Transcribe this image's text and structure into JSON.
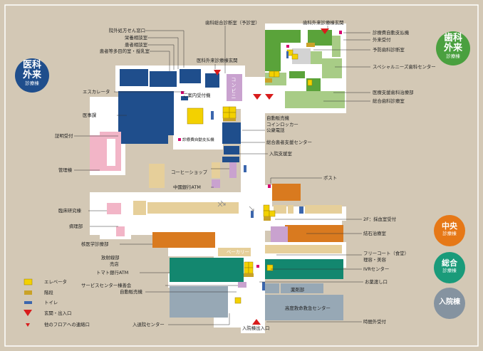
{
  "badges": {
    "medical_outpatient": {
      "line1": "医科",
      "line2": "外来",
      "sub": "診療棟",
      "color": "#1f4e8c"
    },
    "dental_outpatient": {
      "line1": "歯科",
      "line2": "外来",
      "sub": "診療棟",
      "color": "#4aa03f"
    },
    "central": {
      "line1": "中央",
      "sub": "診療棟",
      "color": "#e67817"
    },
    "general": {
      "line1": "総合",
      "sub": "診療棟",
      "color": "#1a9b7a"
    },
    "inpatient": {
      "line1": "入院棟",
      "color": "#8593a0"
    }
  },
  "labels": {
    "prescription_window": "院外処方せん窓口",
    "nutrition_consult": "栄養相談室",
    "patient_consult": "患者相談室",
    "multipurpose_room": "患者等多目的室・授乳室",
    "medical_entrance": "医科外来診療棟玄関",
    "escalator": "エスカレータ",
    "info_desk": "ご案内受付機",
    "medical_affairs": "医事課",
    "certificate_window": "証明受付",
    "auto_payment_medical": "診療費自動支払機",
    "admin_building": "管理棟",
    "convenience_store": "コンビニ",
    "coffee_shop": "コーヒーショップ",
    "atm_china_bank": "中國銀行ATM",
    "vending": "自動販売機",
    "coin_locker": "コインロッカー",
    "public_phone": "公衆電話",
    "patient_support": "総合患者支援センター",
    "admission_support": "入院支援室",
    "mailbox": "ポスト",
    "dental_consult": "歯科総合診断室（予診室）",
    "dental_entrance": "歯科外来診療棟玄関",
    "auto_payment_dental": "診療費自動支払機",
    "outpatient_reception": "外来受付",
    "preventive_dental": "予防歯科診断室",
    "special_needs_dental": "スペシャルニーズ歯科センター",
    "medical_support_dental": "医療支援歯科治療部",
    "general_dental": "総合歯科診療室",
    "clinical_research": "臨床研究棟",
    "pathology": "病理部",
    "nuclear_medicine": "核医学診療部",
    "radiology_store": "放射線部",
    "shop": "売店",
    "tomato_atm": "トマト銀行ATM",
    "bakery": "ベーカリー",
    "blood_collection": "2F：採血室受付",
    "lithotripsy": "結石治療室",
    "free_court": "フリーコート（食堂）",
    "barber": "理容・美容",
    "ivr_center": "IVRセンター",
    "pharmacy_window": "お薬渡し口",
    "pharmacy": "薬剤部",
    "emergency_center": "高度救命救急センター",
    "service_center": "サービスセンター棟善会",
    "vending2": "自動販売機",
    "inpatient_center": "入退院センター",
    "inpatient_entrance": "入院棟出入口",
    "after_hours": "時間外受付"
  },
  "legend": [
    {
      "icon": "elevator-icon",
      "label": "エレベータ"
    },
    {
      "icon": "stairs-icon",
      "label": "階段"
    },
    {
      "icon": "toilet-icon",
      "label": "トイレ"
    },
    {
      "icon": "main-entrance-icon",
      "label": "玄関・出入口"
    },
    {
      "icon": "floor-link-icon",
      "label": "他のフロアへの連絡口"
    }
  ],
  "colors": {
    "background": "#d3c8b5",
    "corridor": "#ffffff",
    "medical_navy": "#1f4e8c",
    "dental_green": "#5aa33a",
    "dental_light_green": "#a8cc86",
    "central_orange": "#d97a1f",
    "sand": "#e6cf9a",
    "general_teal": "#13876f",
    "inpatient_gray": "#97a8b5",
    "pink": "#f2b5c7",
    "purple": "#c9a2cf",
    "entrance_red": "#d81c1c",
    "elevator_yellow": "#f3d100",
    "toilet_blue": "#3b66ad"
  }
}
